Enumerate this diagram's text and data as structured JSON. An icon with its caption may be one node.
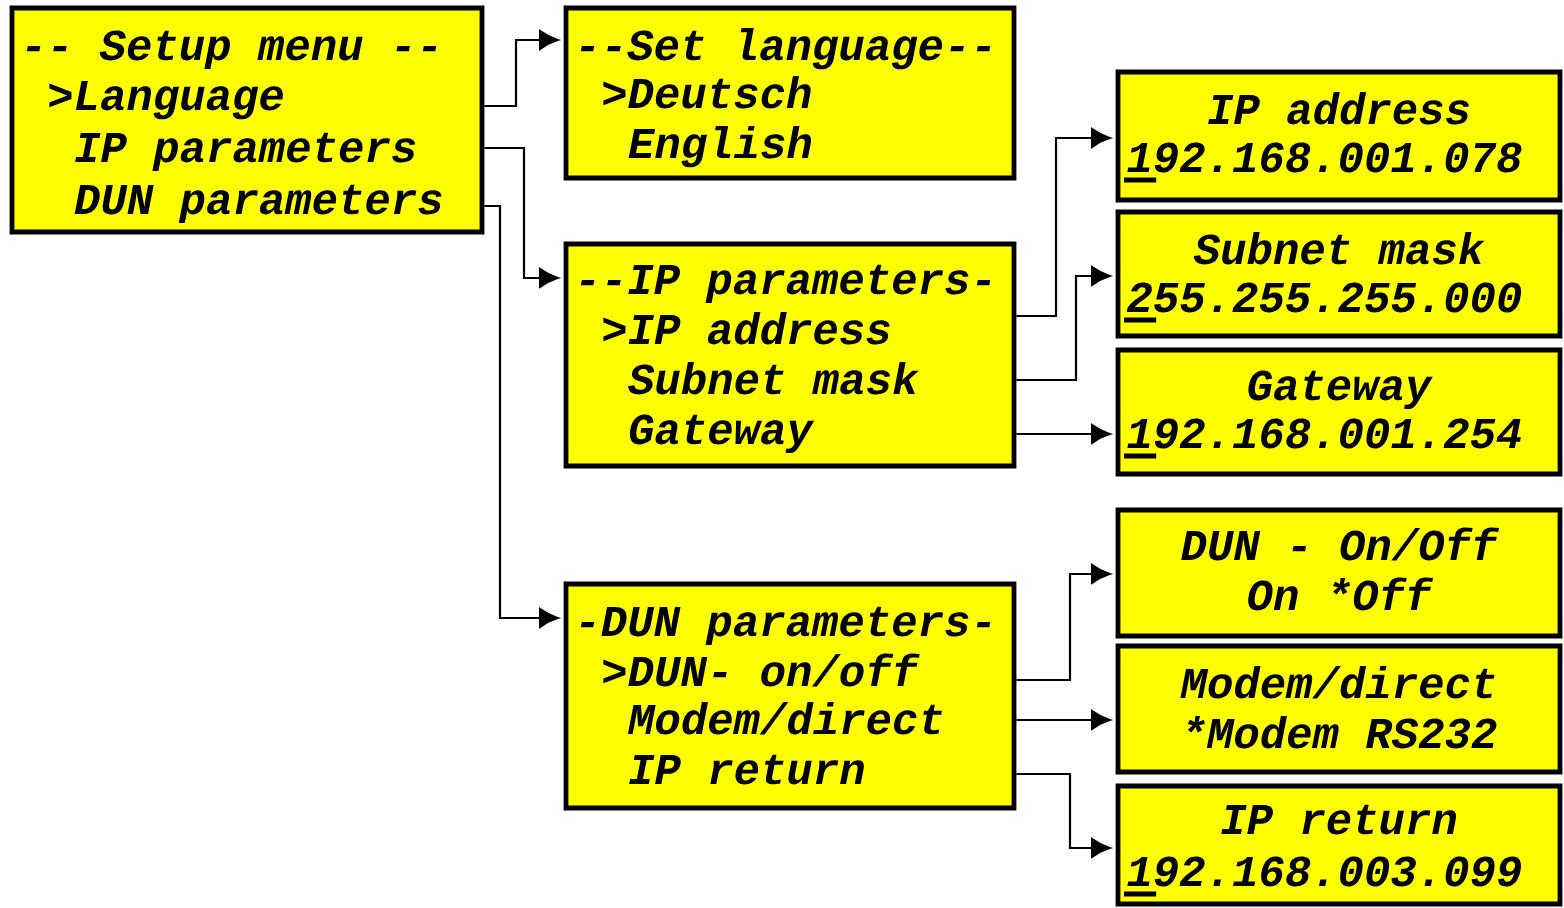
{
  "diagram": {
    "nodes": [
      {
        "text": [
          "-- Setup menu --",
          ">Language",
          "IP parameters",
          "DUN parameters"
        ]
      },
      {
        "text": [
          "--Set language--",
          ">Deutsch",
          "English"
        ]
      },
      {
        "text": [
          "--IP parameters-",
          ">IP address",
          "Subnet mask",
          "Gateway"
        ]
      },
      {
        "text": [
          "IP address",
          "192.168.001.078"
        ]
      },
      {
        "text": [
          "Subnet mask",
          "255.255.255.000"
        ]
      },
      {
        "text": [
          "Gateway",
          "192.168.001.254"
        ]
      },
      {
        "text": [
          "-DUN parameters-",
          ">DUN- on/off",
          "Modem/direct",
          "IP return"
        ]
      },
      {
        "text": [
          "DUN - On/Off",
          "On *Off"
        ]
      },
      {
        "text": [
          "Modem/direct",
          "*Modem RS232"
        ]
      },
      {
        "text": [
          "IP return",
          "192.168.003.099"
        ]
      }
    ],
    "edges": [
      {
        "from": 0,
        "to": 1,
        "arrow": "to"
      },
      {
        "from": 0,
        "to": 2,
        "arrow": "to"
      },
      {
        "from": 0,
        "to": 6,
        "arrow": "to"
      },
      {
        "from": 2,
        "to": 3,
        "arrow": "to"
      },
      {
        "from": 2,
        "to": 4,
        "arrow": "to"
      },
      {
        "from": 2,
        "to": 5,
        "arrow": "to"
      },
      {
        "from": 6,
        "to": 7,
        "arrow": "to"
      },
      {
        "from": 6,
        "to": 8,
        "arrow": "to"
      },
      {
        "from": 6,
        "to": 9,
        "arrow": "to"
      }
    ]
  }
}
